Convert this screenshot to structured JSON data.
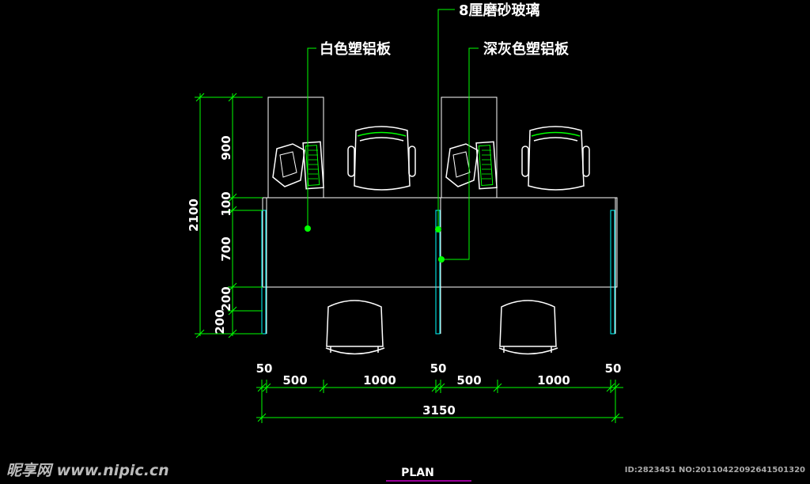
{
  "labels": {
    "glass": "8厘磨砂玻璃",
    "white_panel": "白色塑铝板",
    "gray_panel": "深灰色塑铝板"
  },
  "dims_vertical": {
    "total": "2100",
    "d900": "900",
    "d100": "100",
    "d700": "700",
    "d200a": "200",
    "d200b": "200"
  },
  "dims_horizontal": {
    "d50a": "50",
    "d500a": "500",
    "d1000a": "1000",
    "d50b": "50",
    "d500b": "500",
    "d1000b": "1000",
    "d50c": "50",
    "total": "3150"
  },
  "title": "PLAN",
  "watermark": {
    "logo": "昵享网 www.nipic.cn",
    "id": "ID:2823451 NO:20110422092641501320"
  },
  "colors": {
    "background": "#000000",
    "lines": "#ffffff",
    "dimension": "#00ff00",
    "glass_edge": "#00ffff",
    "title_underline": "#cc00cc"
  }
}
